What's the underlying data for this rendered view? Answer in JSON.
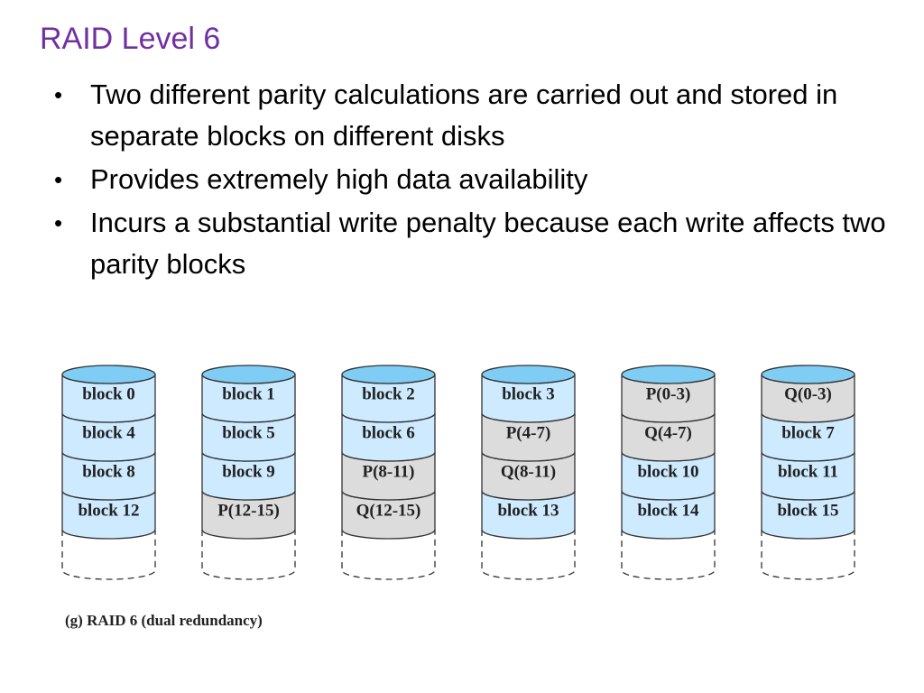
{
  "title": "RAID Level 6",
  "bullets": [
    "Two different parity calculations are carried out and stored in separate blocks on different disks",
    "Provides extremely high data availability",
    "Incurs a substantial write penalty because each write affects two parity blocks"
  ],
  "diagram": {
    "caption": "(g) RAID 6 (dual redundancy)",
    "colors": {
      "data": "#cdeaff",
      "parity": "#dcdcdc",
      "top": "#7fcdf5",
      "stroke": "#333333"
    },
    "disks": [
      [
        {
          "label": "block 0",
          "kind": "data"
        },
        {
          "label": "block 4",
          "kind": "data"
        },
        {
          "label": "block 8",
          "kind": "data"
        },
        {
          "label": "block 12",
          "kind": "data"
        }
      ],
      [
        {
          "label": "block 1",
          "kind": "data"
        },
        {
          "label": "block 5",
          "kind": "data"
        },
        {
          "label": "block 9",
          "kind": "data"
        },
        {
          "label": "P(12-15)",
          "kind": "parity"
        }
      ],
      [
        {
          "label": "block 2",
          "kind": "data"
        },
        {
          "label": "block 6",
          "kind": "data"
        },
        {
          "label": "P(8-11)",
          "kind": "parity"
        },
        {
          "label": "Q(12-15)",
          "kind": "parity"
        }
      ],
      [
        {
          "label": "block 3",
          "kind": "data"
        },
        {
          "label": "P(4-7)",
          "kind": "parity"
        },
        {
          "label": "Q(8-11)",
          "kind": "parity"
        },
        {
          "label": "block 13",
          "kind": "data"
        }
      ],
      [
        {
          "label": "P(0-3)",
          "kind": "parity"
        },
        {
          "label": "Q(4-7)",
          "kind": "parity"
        },
        {
          "label": "block 10",
          "kind": "data"
        },
        {
          "label": "block 14",
          "kind": "data"
        }
      ],
      [
        {
          "label": "Q(0-3)",
          "kind": "parity"
        },
        {
          "label": "block 7",
          "kind": "data"
        },
        {
          "label": "block 11",
          "kind": "data"
        },
        {
          "label": "block 15",
          "kind": "data"
        }
      ]
    ]
  }
}
